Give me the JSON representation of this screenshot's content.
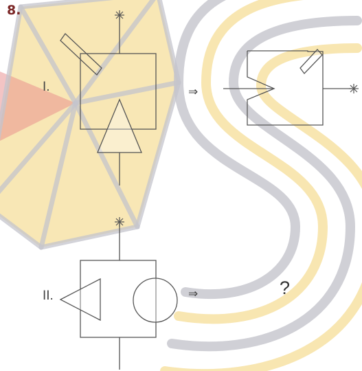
{
  "question_number": "8.",
  "rows": [
    {
      "roman": "I.",
      "arrow": "⇒"
    },
    {
      "roman": "II.",
      "arrow": "⇒"
    }
  ],
  "answer_placeholder": "?",
  "colors": {
    "stroke": "#555555",
    "watermark_yellow": "#f7e3a8",
    "watermark_gray": "#c4c4cc",
    "watermark_red": "#e88a8a",
    "question_number": "#7a2525"
  },
  "icons": [
    "asterisk-icon",
    "implies-arrow-icon"
  ]
}
